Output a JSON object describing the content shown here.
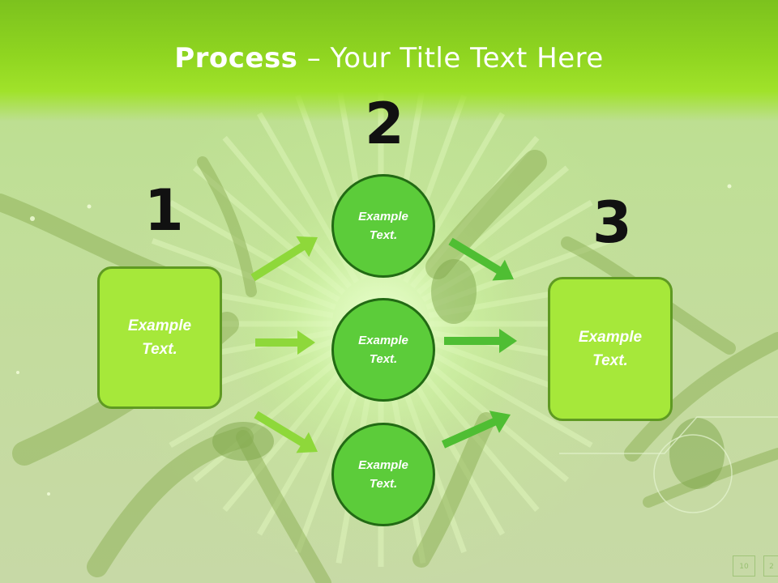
{
  "slide": {
    "title_bold": "Process",
    "title_rest": " – Your Title Text Here",
    "steps": [
      {
        "number": "1",
        "text_line1": "Example",
        "text_line2": "Text."
      },
      {
        "number": "2"
      },
      {
        "number": "3",
        "text_line1": "Example",
        "text_line2": "Text."
      }
    ],
    "circles": [
      {
        "text_line1": "Example",
        "text_line2": "Text."
      },
      {
        "text_line1": "Example",
        "text_line2": "Text."
      },
      {
        "text_line1": "Example",
        "text_line2": "Text."
      }
    ],
    "page_numbers": [
      "10",
      "2"
    ]
  },
  "colors": {
    "title_band": "#8fd520",
    "box_fill": "#a6e83a",
    "circle_fill": "#5ccc3a",
    "arrow_light": "#8ed83a",
    "arrow_dark": "#4fbe33"
  },
  "icons": [
    "arrow-icon"
  ]
}
